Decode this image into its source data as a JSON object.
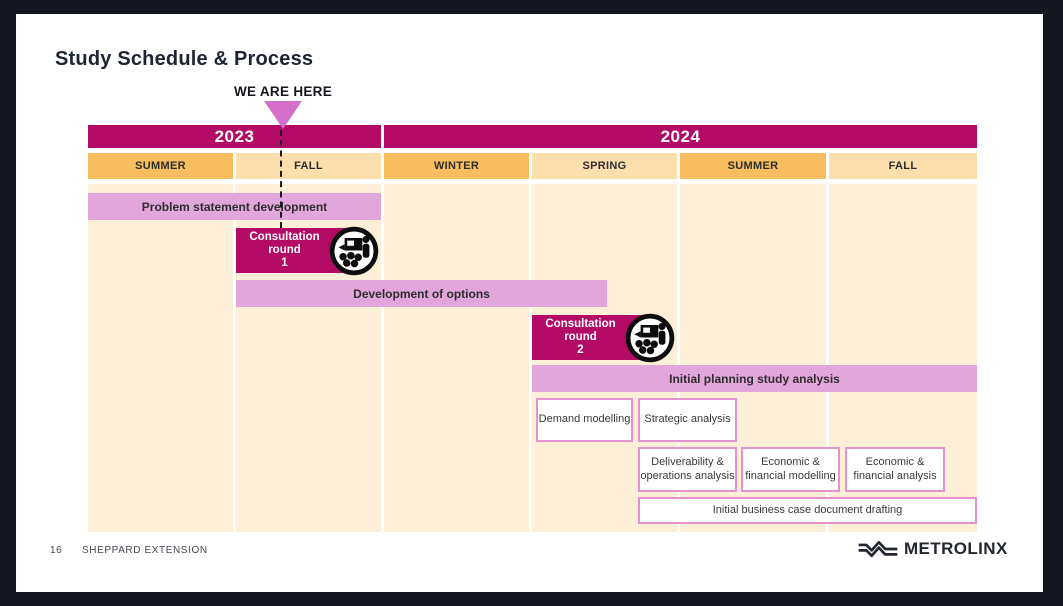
{
  "slide": {
    "title": "Study Schedule & Process",
    "marker": {
      "label": "WE ARE HERE",
      "position": "start of Fall 2023"
    },
    "footer": {
      "page": "16",
      "project": "SHEPPARD EXTENSION",
      "brand": "METROLINX"
    }
  },
  "timeline": {
    "years": [
      {
        "label": "2023"
      },
      {
        "label": "2024"
      }
    ],
    "seasons": [
      {
        "label": "SUMMER",
        "year": "2023",
        "tone": "dark"
      },
      {
        "label": "FALL",
        "year": "2023",
        "tone": "light"
      },
      {
        "label": "WINTER",
        "year": "2024",
        "tone": "dark"
      },
      {
        "label": "SPRING",
        "year": "2024",
        "tone": "light"
      },
      {
        "label": "SUMMER",
        "year": "2024",
        "tone": "dark"
      },
      {
        "label": "FALL",
        "year": "2024",
        "tone": "light"
      }
    ],
    "bars": {
      "problem_statement": {
        "label": "Problem statement development"
      },
      "consultation_1": {
        "lines": [
          "Consultation",
          "round",
          "1"
        ],
        "icon": "public-meeting"
      },
      "development_of_options": {
        "label": "Development of options"
      },
      "consultation_2": {
        "lines": [
          "Consultation",
          "round",
          "2"
        ],
        "icon": "public-meeting"
      },
      "initial_planning": {
        "label": "Initial planning study analysis"
      },
      "demand_modelling": {
        "label": "Demand modelling"
      },
      "strategic_analysis": {
        "label": "Strategic analysis"
      },
      "deliverability": {
        "label": "Deliverability & operations analysis"
      },
      "economic_modelling": {
        "label": "Economic & financial modelling"
      },
      "economic_analysis": {
        "label": "Economic & financial analysis"
      },
      "business_case_drafting": {
        "label": "Initial business case document drafting"
      }
    }
  },
  "colors": {
    "magenta": "#b30a66",
    "pink_bar": "#e2a6da",
    "marker_triangle": "#d36fc9",
    "season_dark": "#f8bd5f",
    "season_light": "#fcdfad",
    "body_cream": "#fdeed8",
    "white_box_border": "#e493cf",
    "frame_background": "#14171f"
  },
  "chart_data": {
    "type": "table",
    "title": "Study Schedule & Process",
    "x_axis": {
      "years": [
        {
          "label": "2023",
          "seasons": [
            "SUMMER",
            "FALL"
          ]
        },
        {
          "label": "2024",
          "seasons": [
            "WINTER",
            "SPRING",
            "SUMMER",
            "FALL"
          ]
        }
      ]
    },
    "now_marker": {
      "label": "WE ARE HERE",
      "position": "start of Fall 2023"
    },
    "tasks": [
      {
        "label": "Problem statement development",
        "start": "Summer 2023",
        "end": "Fall 2023",
        "style": "solid-pink-bar"
      },
      {
        "label": "Consultation round 1",
        "start": "Fall 2023",
        "end": "Fall 2023",
        "style": "magenta-box-with-meeting-icon"
      },
      {
        "label": "Development of options",
        "start": "Fall 2023",
        "end": "mid Spring 2024",
        "style": "solid-pink-bar"
      },
      {
        "label": "Consultation round 2",
        "start": "Spring 2024",
        "end": "Spring 2024",
        "style": "magenta-box-with-meeting-icon"
      },
      {
        "label": "Initial planning study analysis",
        "start": "Spring 2024",
        "end": "Fall 2024",
        "style": "solid-pink-bar"
      },
      {
        "label": "Demand modelling",
        "start": "Spring 2024",
        "end": "mid Spring 2024",
        "style": "outlined-white-box"
      },
      {
        "label": "Strategic analysis",
        "start": "mid Spring 2024",
        "end": "early Summer 2024",
        "style": "outlined-white-box"
      },
      {
        "label": "Deliverability & operations analysis",
        "start": "mid Spring 2024",
        "end": "early Summer 2024",
        "style": "outlined-white-box"
      },
      {
        "label": "Economic & financial modelling",
        "start": "Summer 2024",
        "end": "mid Summer 2024",
        "style": "outlined-white-box"
      },
      {
        "label": "Economic & financial analysis",
        "start": "late Summer 2024",
        "end": "Fall 2024",
        "style": "outlined-white-box"
      },
      {
        "label": "Initial business case document drafting",
        "start": "mid Spring 2024",
        "end": "Fall 2024",
        "style": "outlined-white-bar"
      }
    ]
  }
}
